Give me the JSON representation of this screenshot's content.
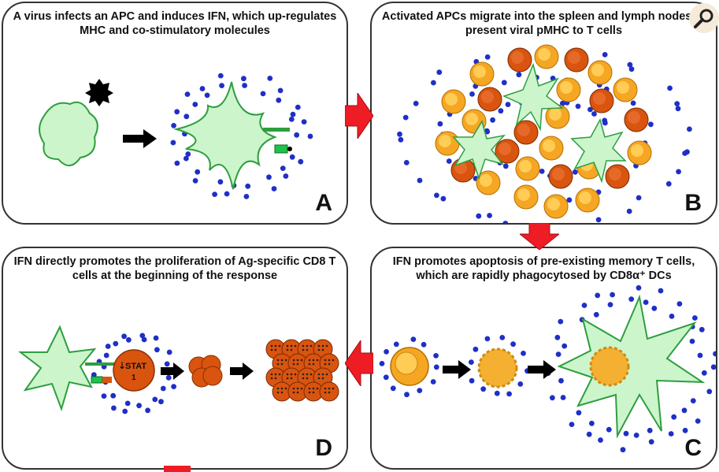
{
  "panels": {
    "A": {
      "caption": "A virus infects an APC and induces IFN, which up-regulates MHC and co-stimulatory molecules",
      "letter": "A"
    },
    "B": {
      "caption": "Activated APCs migrate into the spleen and lymph nodes to present viral pMHC to T cells",
      "letter": "B"
    },
    "C": {
      "caption": "IFN promotes apoptosis of pre-existing memory T cells, which are rapidly phagocytosed by CD8α⁺ DCs",
      "letter": "C"
    },
    "D": {
      "caption": "IFN directly promotes the proliferation of Ag-specific CD8 T cells at the beginning of the response",
      "letter": "D"
    }
  },
  "labels": {
    "stat": "STAT",
    "stat_num": "1"
  },
  "colors": {
    "dc_fill": "#ccf5cc",
    "dc_stroke": "#2e9e3e",
    "orange_cell": "#d9540f",
    "yellow_cell": "#f5a623",
    "ifn_dot": "#1f2fc7",
    "flow_arrow": "#ee1c25",
    "black_arrow": "#000000"
  },
  "icons": [
    "virus-icon",
    "dc-cell-icon",
    "t-cell-icon",
    "flow-arrow-icon",
    "search-icon"
  ]
}
